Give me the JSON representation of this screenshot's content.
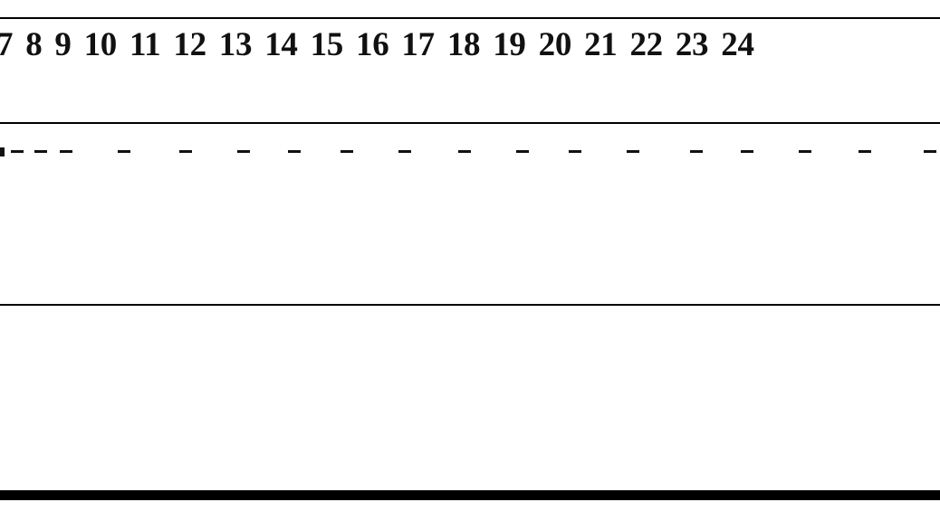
{
  "table": {
    "header_numbers": [
      "7",
      "8",
      "9",
      "10",
      "11",
      "12",
      "13",
      "14",
      "15",
      "16",
      "17",
      "18",
      "19",
      "20",
      "21",
      "22",
      "23",
      "24"
    ],
    "dash_row_count": 18
  }
}
